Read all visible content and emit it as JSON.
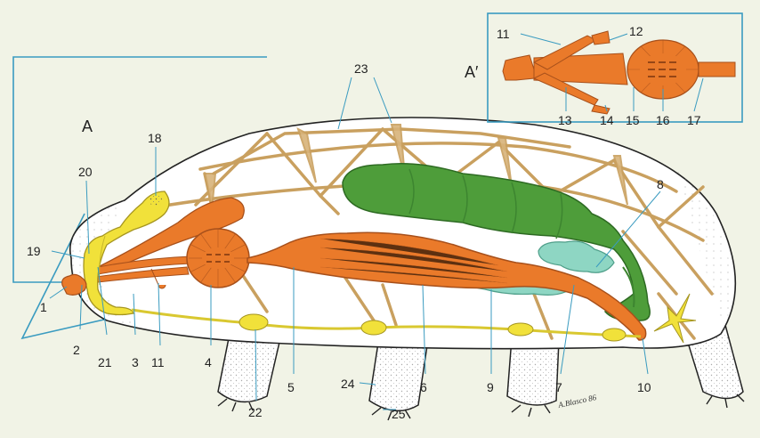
{
  "panels": {
    "main": "A",
    "inset": "A′"
  },
  "labels": {
    "l1": "1",
    "l2": "2",
    "l3": "3",
    "l4": "4",
    "l5": "5",
    "l6": "6",
    "l7": "7",
    "l8": "8",
    "l9": "9",
    "l10": "10",
    "l11": "11",
    "l11b": "11",
    "l12": "12",
    "l13": "13",
    "l14": "14",
    "l15": "15",
    "l16": "16",
    "l17": "17",
    "l18": "18",
    "l19": "19",
    "l20": "20",
    "l21": "21",
    "l22": "22",
    "l23": "23",
    "l24": "24",
    "l25": "25"
  },
  "signature": "A.Blasco 86",
  "colors": {
    "background": "#f1f3e6",
    "body": "#ffffff",
    "orange": "#ea7a2a",
    "green": "#4e9d3a",
    "yellow": "#f1e13a",
    "teal": "#8ed6c3",
    "muscle": "#d8b37a",
    "leader": "#3a9bc0"
  }
}
